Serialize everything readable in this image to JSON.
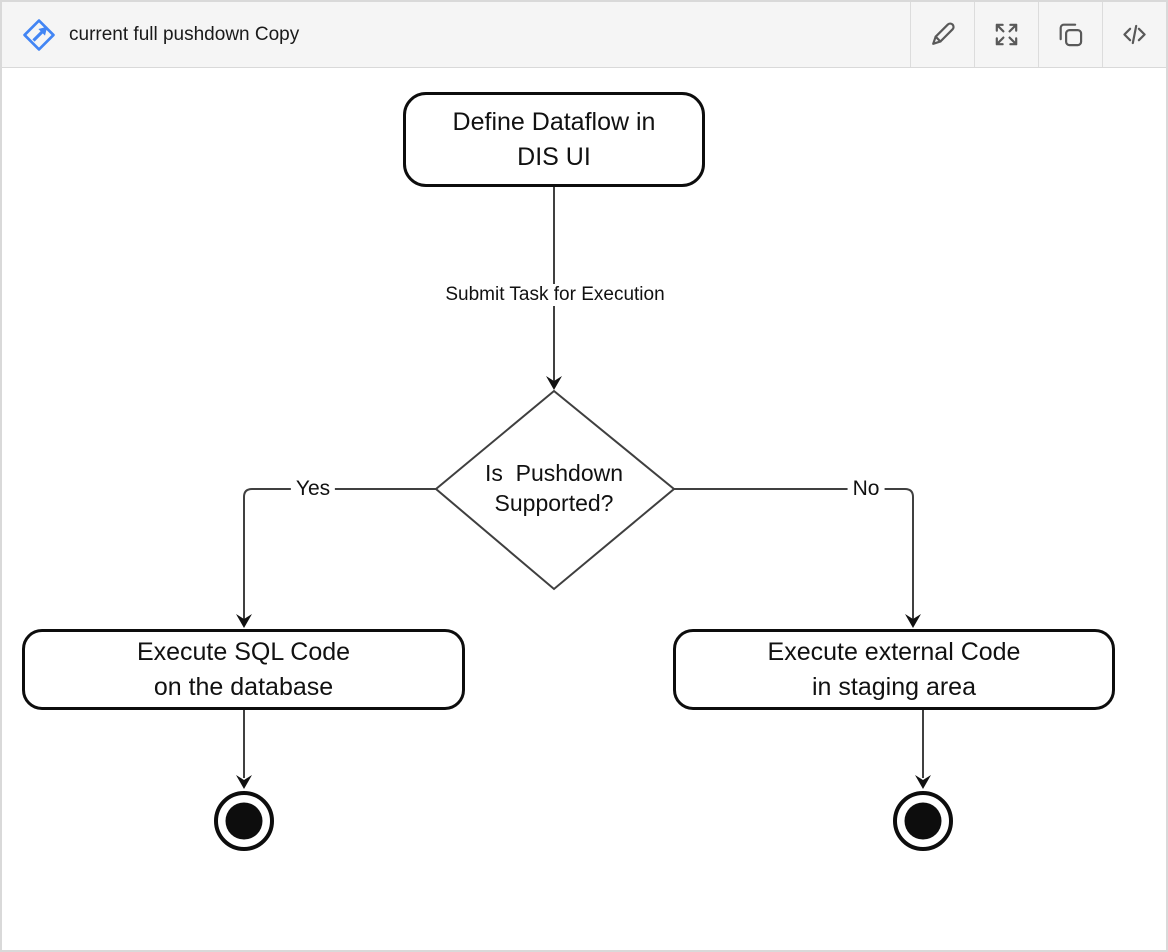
{
  "header": {
    "title": "current full pushdown Copy",
    "logo_icon": "drawio-diamond-arrow-icon",
    "buttons": [
      {
        "icon": "pencil-icon",
        "action": "edit"
      },
      {
        "icon": "expand-icon",
        "action": "fullscreen"
      },
      {
        "icon": "copy-icon",
        "action": "copy"
      },
      {
        "icon": "code-icon",
        "action": "view-source"
      }
    ]
  },
  "colors": {
    "header_bg": "#f5f5f5",
    "border": "#d9d9d9",
    "divider": "#dcdcdc",
    "icon_gray": "#595959",
    "accent_blue": "#4285f4",
    "line": "#404040",
    "shape_border": "#0d0d0d",
    "text": "#111111"
  },
  "diagram": {
    "type": "flowchart",
    "nodes": [
      {
        "id": "start",
        "shape": "rounded-rect",
        "label": "Define Dataflow in\nDIS UI"
      },
      {
        "id": "decision",
        "shape": "diamond",
        "label": "Is  Pushdown\nSupported?"
      },
      {
        "id": "exec-sql",
        "shape": "rounded-rect",
        "label": "Execute SQL Code\non the database"
      },
      {
        "id": "exec-external",
        "shape": "rounded-rect",
        "label": "Execute external Code\nin staging area"
      },
      {
        "id": "end-left",
        "shape": "final-node",
        "label": ""
      },
      {
        "id": "end-right",
        "shape": "final-node",
        "label": ""
      }
    ],
    "edges": [
      {
        "from": "start",
        "to": "decision",
        "label": "Submit Task for Execution"
      },
      {
        "from": "decision",
        "to": "exec-sql",
        "label": "Yes"
      },
      {
        "from": "decision",
        "to": "exec-external",
        "label": "No"
      },
      {
        "from": "exec-sql",
        "to": "end-left",
        "label": ""
      },
      {
        "from": "exec-external",
        "to": "end-right",
        "label": ""
      }
    ]
  }
}
